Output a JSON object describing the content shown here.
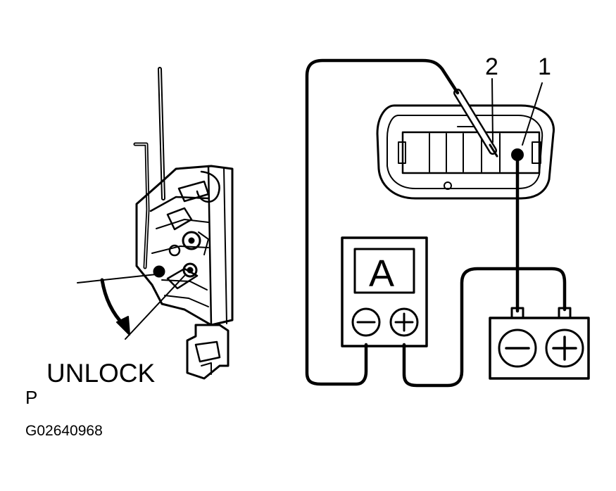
{
  "labels": {
    "unlock": "UNLOCK",
    "p": "P",
    "figure_code": "G02640968",
    "terminal_1": "1",
    "terminal_2": "2",
    "ammeter": "A"
  },
  "icons": {
    "ammeter_negative": "minus-icon",
    "ammeter_positive": "plus-icon",
    "battery_negative": "minus-icon",
    "battery_positive": "plus-icon"
  },
  "colors": {
    "line": "#000000",
    "background": "#ffffff"
  }
}
